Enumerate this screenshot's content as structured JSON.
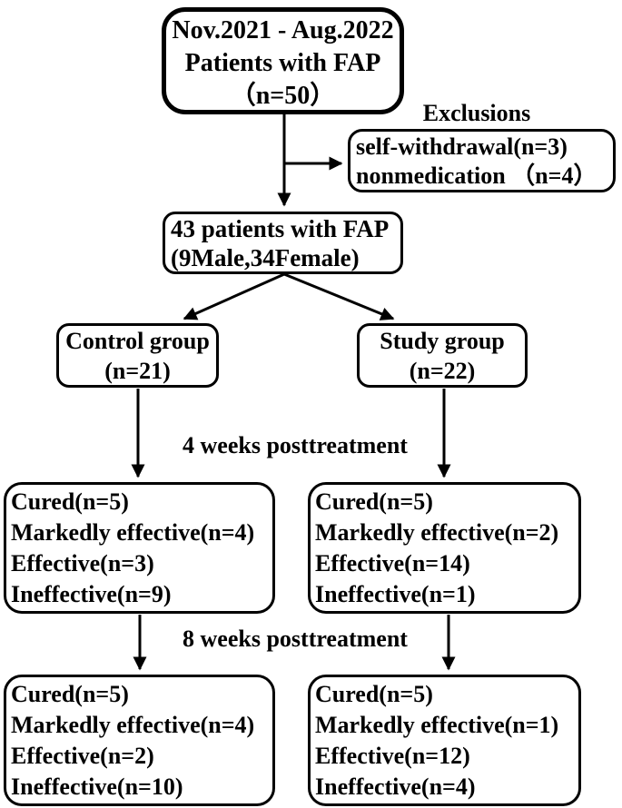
{
  "figure": {
    "background_color": "#ffffff",
    "line_color": "#000000",
    "text_color": "#000000"
  },
  "nodes": {
    "enrollment": {
      "lines": [
        "Nov.2021 - Aug.2022",
        "Patients with FAP",
        "（n=50）"
      ]
    },
    "exclusions_label": "Exclusions",
    "exclusions": {
      "lines": [
        "self-withdrawal(n=3)",
        "nonmedication （n=4）"
      ]
    },
    "eligible": {
      "lines": [
        "43 patients with FAP",
        "(9Male,34Female)"
      ]
    },
    "control_group": {
      "lines": [
        "Control group",
        "(n=21)"
      ]
    },
    "study_group": {
      "lines": [
        "Study group",
        "(n=22)"
      ]
    },
    "week4_label": "4 weeks posttreatment",
    "week4_control": {
      "lines": [
        "Cured(n=5)",
        "Markedly effective(n=4)",
        "Effective(n=3)",
        "Ineffective(n=9)"
      ]
    },
    "week4_study": {
      "lines": [
        "Cured(n=5)",
        "Markedly effective(n=2)",
        "Effective(n=14)",
        "Ineffective(n=1)"
      ]
    },
    "week8_label": "8 weeks posttreatment",
    "week8_control": {
      "lines": [
        "Cured(n=5)",
        "Markedly effective(n=4)",
        "Effective(n=2)",
        "Ineffective(n=10)"
      ]
    },
    "week8_study": {
      "lines": [
        "Cured(n=5)",
        "Markedly effective(n=1)",
        "Effective(n=12)",
        "Ineffective(n=4)"
      ]
    }
  }
}
